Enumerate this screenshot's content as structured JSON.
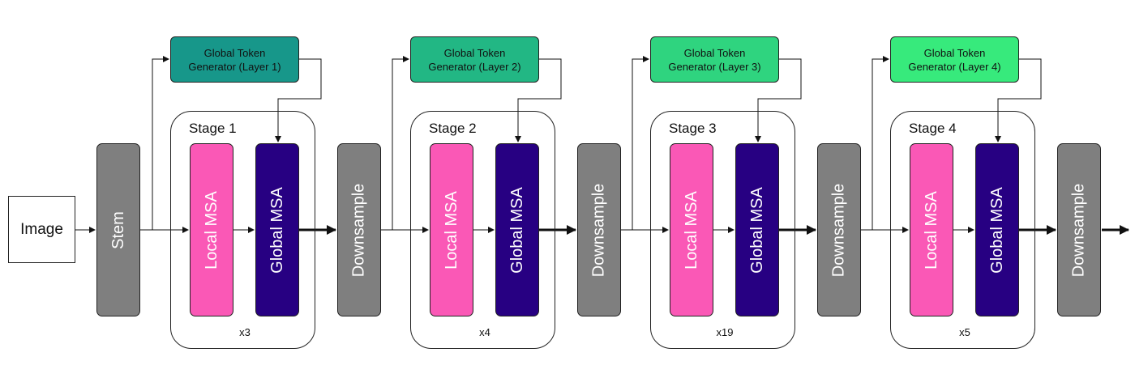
{
  "image_label": "Image",
  "stem_label": "Stem",
  "downsample_label": "Downsample",
  "local_msa_label": "Local MSA",
  "global_msa_label": "Global MSA",
  "stages": [
    {
      "title": "Stage 1",
      "repeat": "x3",
      "gtg_line1": "Global Token",
      "gtg_line2": "Generator (Layer 1)",
      "gtg_color": "#17978a"
    },
    {
      "title": "Stage 2",
      "repeat": "x4",
      "gtg_line1": "Global Token",
      "gtg_line2": "Generator (Layer 2)",
      "gtg_color": "#22b784"
    },
    {
      "title": "Stage 3",
      "repeat": "x19",
      "gtg_line1": "Global Token",
      "gtg_line2": "Generator (Layer 3)",
      "gtg_color": "#2fd47f"
    },
    {
      "title": "Stage 4",
      "repeat": "x5",
      "gtg_line1": "Global Token",
      "gtg_line2": "Generator (Layer 4)",
      "gtg_color": "#37ea7c"
    }
  ],
  "colors": {
    "local_msa": "#fa58b6",
    "global_msa": "#270082",
    "stem_downsample": "#7f7f7f"
  }
}
